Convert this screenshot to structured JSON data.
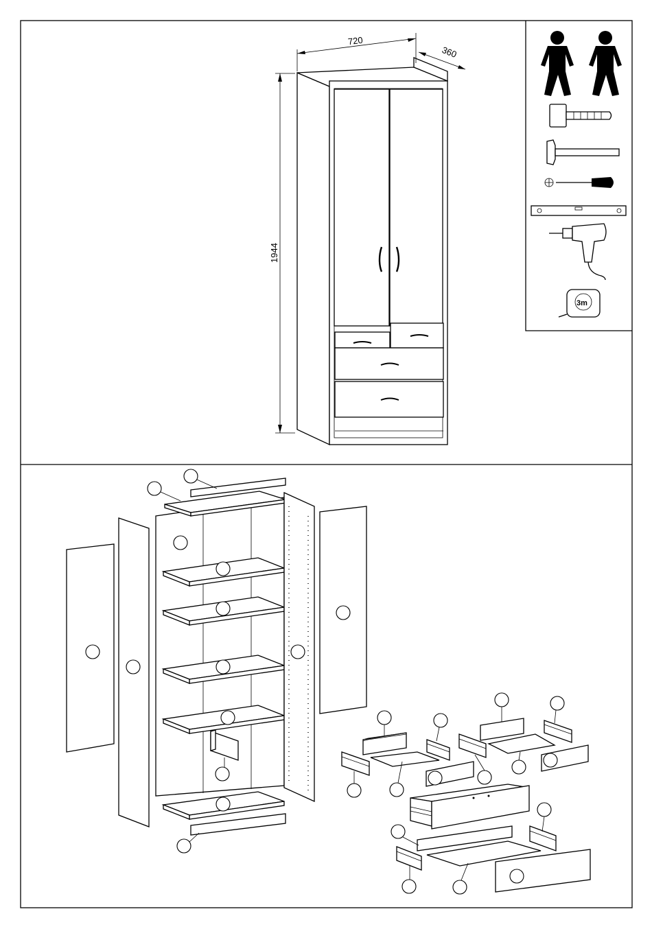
{
  "dimensions": {
    "width": "720",
    "depth": "360",
    "height": "1944"
  },
  "tools": {
    "required_people": 2,
    "items": [
      "person-icon",
      "person-icon",
      "rubber-mallet-icon",
      "hammer-icon",
      "phillips-screwdriver-icon",
      "spirit-level-icon",
      "power-drill-icon",
      "tape-measure-icon"
    ],
    "tape_measure_label": "3m"
  },
  "exploded_view": {
    "part_callout_count": 30,
    "parts_labeled": "blank"
  }
}
